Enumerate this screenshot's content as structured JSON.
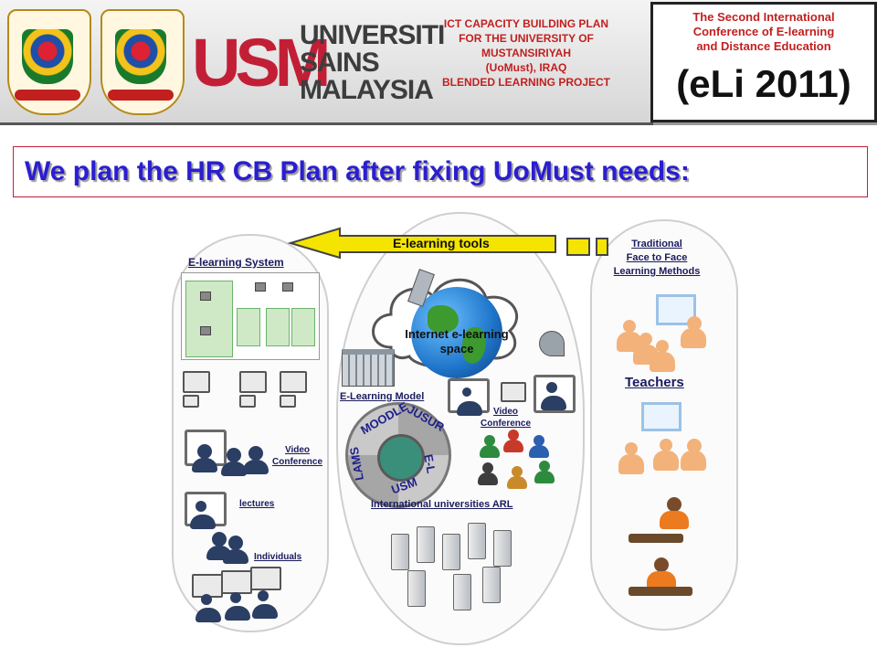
{
  "header": {
    "university_lines": [
      "UNIVERSITI",
      "SAINS",
      "MALAYSIA"
    ],
    "logo_text": "USM",
    "plan_title_lines": [
      "ICT CAPACITY BUILDING PLAN",
      "FOR THE UNIVERSITY OF",
      "MUSTANSIRIYAH",
      "(UoMust), IRAQ",
      "BLENDED LEARNING PROJECT"
    ],
    "conference_lines": [
      "The Second International",
      "Conference of E-learning",
      "and Distance Education"
    ],
    "conference_acronym": "(eLi 2011)"
  },
  "heading": "We plan the HR CB Plan after fixing UoMust needs:",
  "diagram": {
    "arrow_label": "E-learning tools",
    "left": {
      "title": "E-learning System",
      "video_conference": [
        "Video",
        "Conference"
      ],
      "lectures": "lectures",
      "individuals": "Individuals"
    },
    "middle": {
      "cloud_label": [
        "Internet e-learning",
        "space"
      ],
      "model_label": "E-Learning Model",
      "video_conference": [
        "Video",
        "Conference"
      ],
      "wheel_words": [
        "MOODLE",
        "JUSUR",
        "E-L",
        "USM",
        "LAMS"
      ],
      "arl_label": "International universities ARL"
    },
    "right": {
      "title_lines": [
        "Traditional",
        "Face to Face",
        "Learning Methods"
      ],
      "teachers_label": "Teachers"
    }
  },
  "colors": {
    "brand_red": "#c21f36",
    "heading_blue": "#2b1ed0",
    "arrow_yellow": "#f4e400",
    "label_navy": "#1b1b5e"
  }
}
